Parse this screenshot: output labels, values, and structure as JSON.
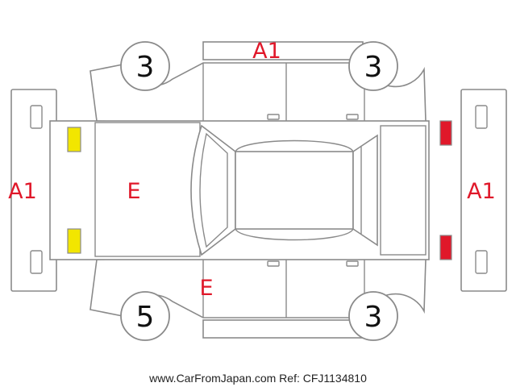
{
  "colors": {
    "outline": "#8a8a8a",
    "damage_code": "#e0182a",
    "front_lamp": "#f2e600",
    "rear_lamp": "#e0182a"
  },
  "wheels": {
    "front_left": "3",
    "rear_left": "3",
    "front_right": "5",
    "rear_right": "3"
  },
  "codes": {
    "roof_side_top": "A1",
    "front_bumper": "A1",
    "rear_bumper": "A1",
    "hood": "E",
    "front_pillar_lower": "E"
  },
  "footer": "www.CarFromJapan.com Ref: CFJ1134810"
}
